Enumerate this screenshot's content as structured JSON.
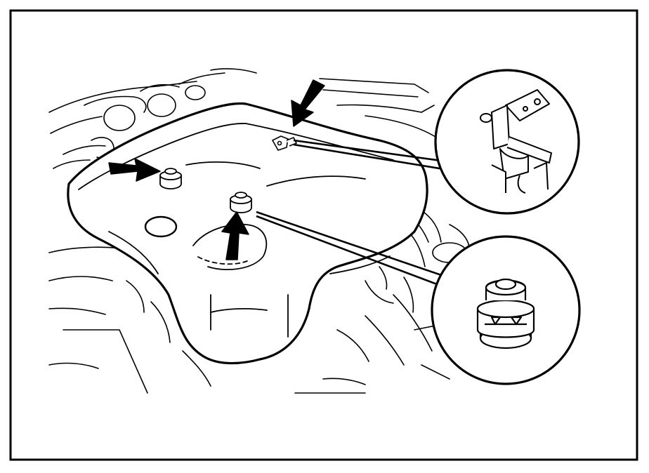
{
  "figure": {
    "description_visible_text": "",
    "colors": {
      "ink": "#000000",
      "paper": "#ffffff"
    },
    "icons": [
      "engine-cover-illustration",
      "push-clip-fastener-icon",
      "hinge-bracket-detail-icon",
      "arrow-pointer-icon"
    ],
    "callouts": [
      {
        "name": "bracket-detail"
      },
      {
        "name": "clip-detail"
      }
    ],
    "arrows": [
      {
        "name": "arrow-top-center"
      },
      {
        "name": "arrow-left-fastener"
      },
      {
        "name": "arrow-center-fastener"
      }
    ]
  }
}
